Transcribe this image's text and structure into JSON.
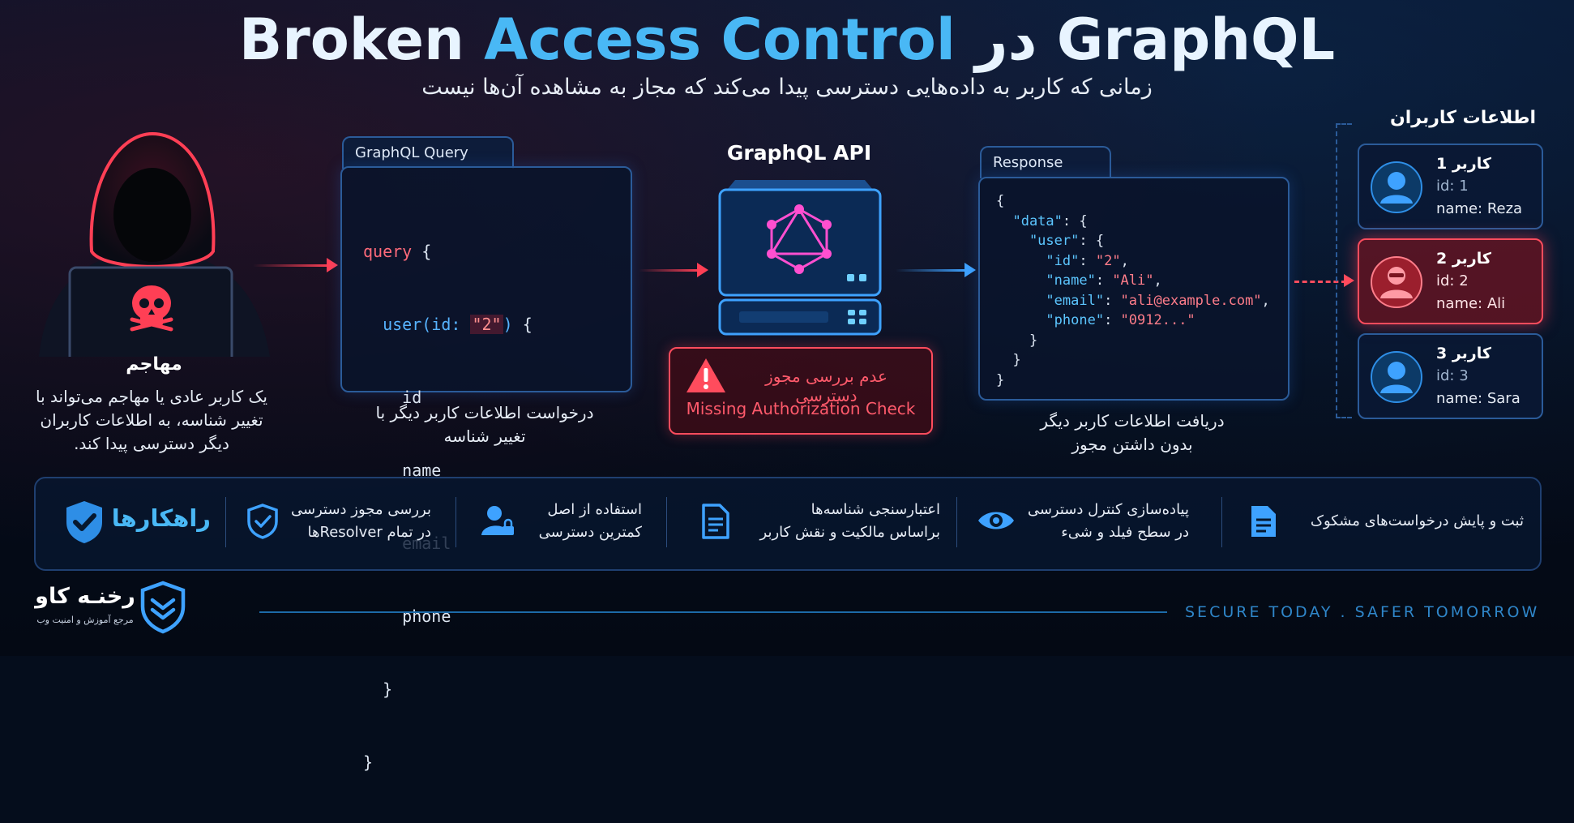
{
  "title": {
    "part1": "Broken",
    "part2": "Access Control",
    "part3": "در",
    "part4": "GraphQL"
  },
  "subtitle": "زمانی که کاربر به داده‌هایی دسترسی پیدا می‌کند که مجاز به مشاهده آن‌ها نیست",
  "attacker": {
    "label": "مهاجم",
    "desc": "یک کاربر عادی یا مهاجم می‌تواند با تغییر شناسه، به اطلاعات کاربران دیگر دسترسی پیدا کند."
  },
  "query": {
    "tab": "GraphQL Query",
    "caption": "درخواست اطلاعات کاربر دیگر با تغییر شناسه",
    "kw": "query",
    "brace": "{",
    "fn": "user(id:",
    "arg": "\"2\"",
    "close_paren": ")",
    "fields": [
      "id",
      "name",
      "email",
      "phone"
    ],
    "close1": "}",
    "close2": "}"
  },
  "api": {
    "title": "GraphQL API",
    "warning_fa": "عدم بررسی مجوز دسترسی",
    "warning_en": "Missing Authorization Check"
  },
  "response": {
    "tab": "Response",
    "caption": "دریافت اطلاعات کاربر دیگر بدون داشتن مجوز",
    "lines": [
      {
        "k": "",
        "v": "",
        "p": "{"
      },
      {
        "k": "  \"data\"",
        "v": "",
        "p": ": {"
      },
      {
        "k": "    \"user\"",
        "v": "",
        "p": ": {"
      },
      {
        "k": "      \"id\"",
        "v": "\"2\"",
        "p": ","
      },
      {
        "k": "      \"name\"",
        "v": "\"Ali\"",
        "p": ","
      },
      {
        "k": "      \"email\"",
        "v": "\"ali@example.com\"",
        "p": ","
      },
      {
        "k": "      \"phone\"",
        "v": "\"0912...\"",
        "p": ""
      },
      {
        "k": "",
        "v": "",
        "p": "    }"
      },
      {
        "k": "",
        "v": "",
        "p": "  }"
      },
      {
        "k": "",
        "v": "",
        "p": "}"
      }
    ]
  },
  "users": {
    "title": "اطلاعات کاربران",
    "items": [
      {
        "name": "کاربر 1",
        "id": "id: 1",
        "uname": "name: Reza"
      },
      {
        "name": "کاربر 2",
        "id": "id: 2",
        "uname": "name: Ali"
      },
      {
        "name": "کاربر 3",
        "id": "id: 3",
        "uname": "name: Sara"
      }
    ]
  },
  "solutions": {
    "title": "راهکارها",
    "items": [
      {
        "l1": "بررسی مجوز دسترسی",
        "l2": "در تمام Resolverها"
      },
      {
        "l1": "استفاده از اصل",
        "l2": "کمترین دسترسی"
      },
      {
        "l1": "اعتبارسنجی شناسه‌ها",
        "l2": "براساس مالکیت و نقش کاربر"
      },
      {
        "l1": "پیاده‌سازی کنترل دسترسی",
        "l2": "در سطح فیلد و شیء"
      },
      {
        "l1": "ثبت و پایش درخواست‌های مشکوک",
        "l2": ""
      }
    ]
  },
  "brand": {
    "name": "رخنـه کاو",
    "tagline": "مرجع آموزش و امنیت وب",
    "slogan": "SECURE TODAY . SAFER TOMORROW"
  },
  "colors": {
    "accent": "#49b8f5",
    "danger": "#ff4c5d",
    "panel_border": "#2b5b99"
  }
}
